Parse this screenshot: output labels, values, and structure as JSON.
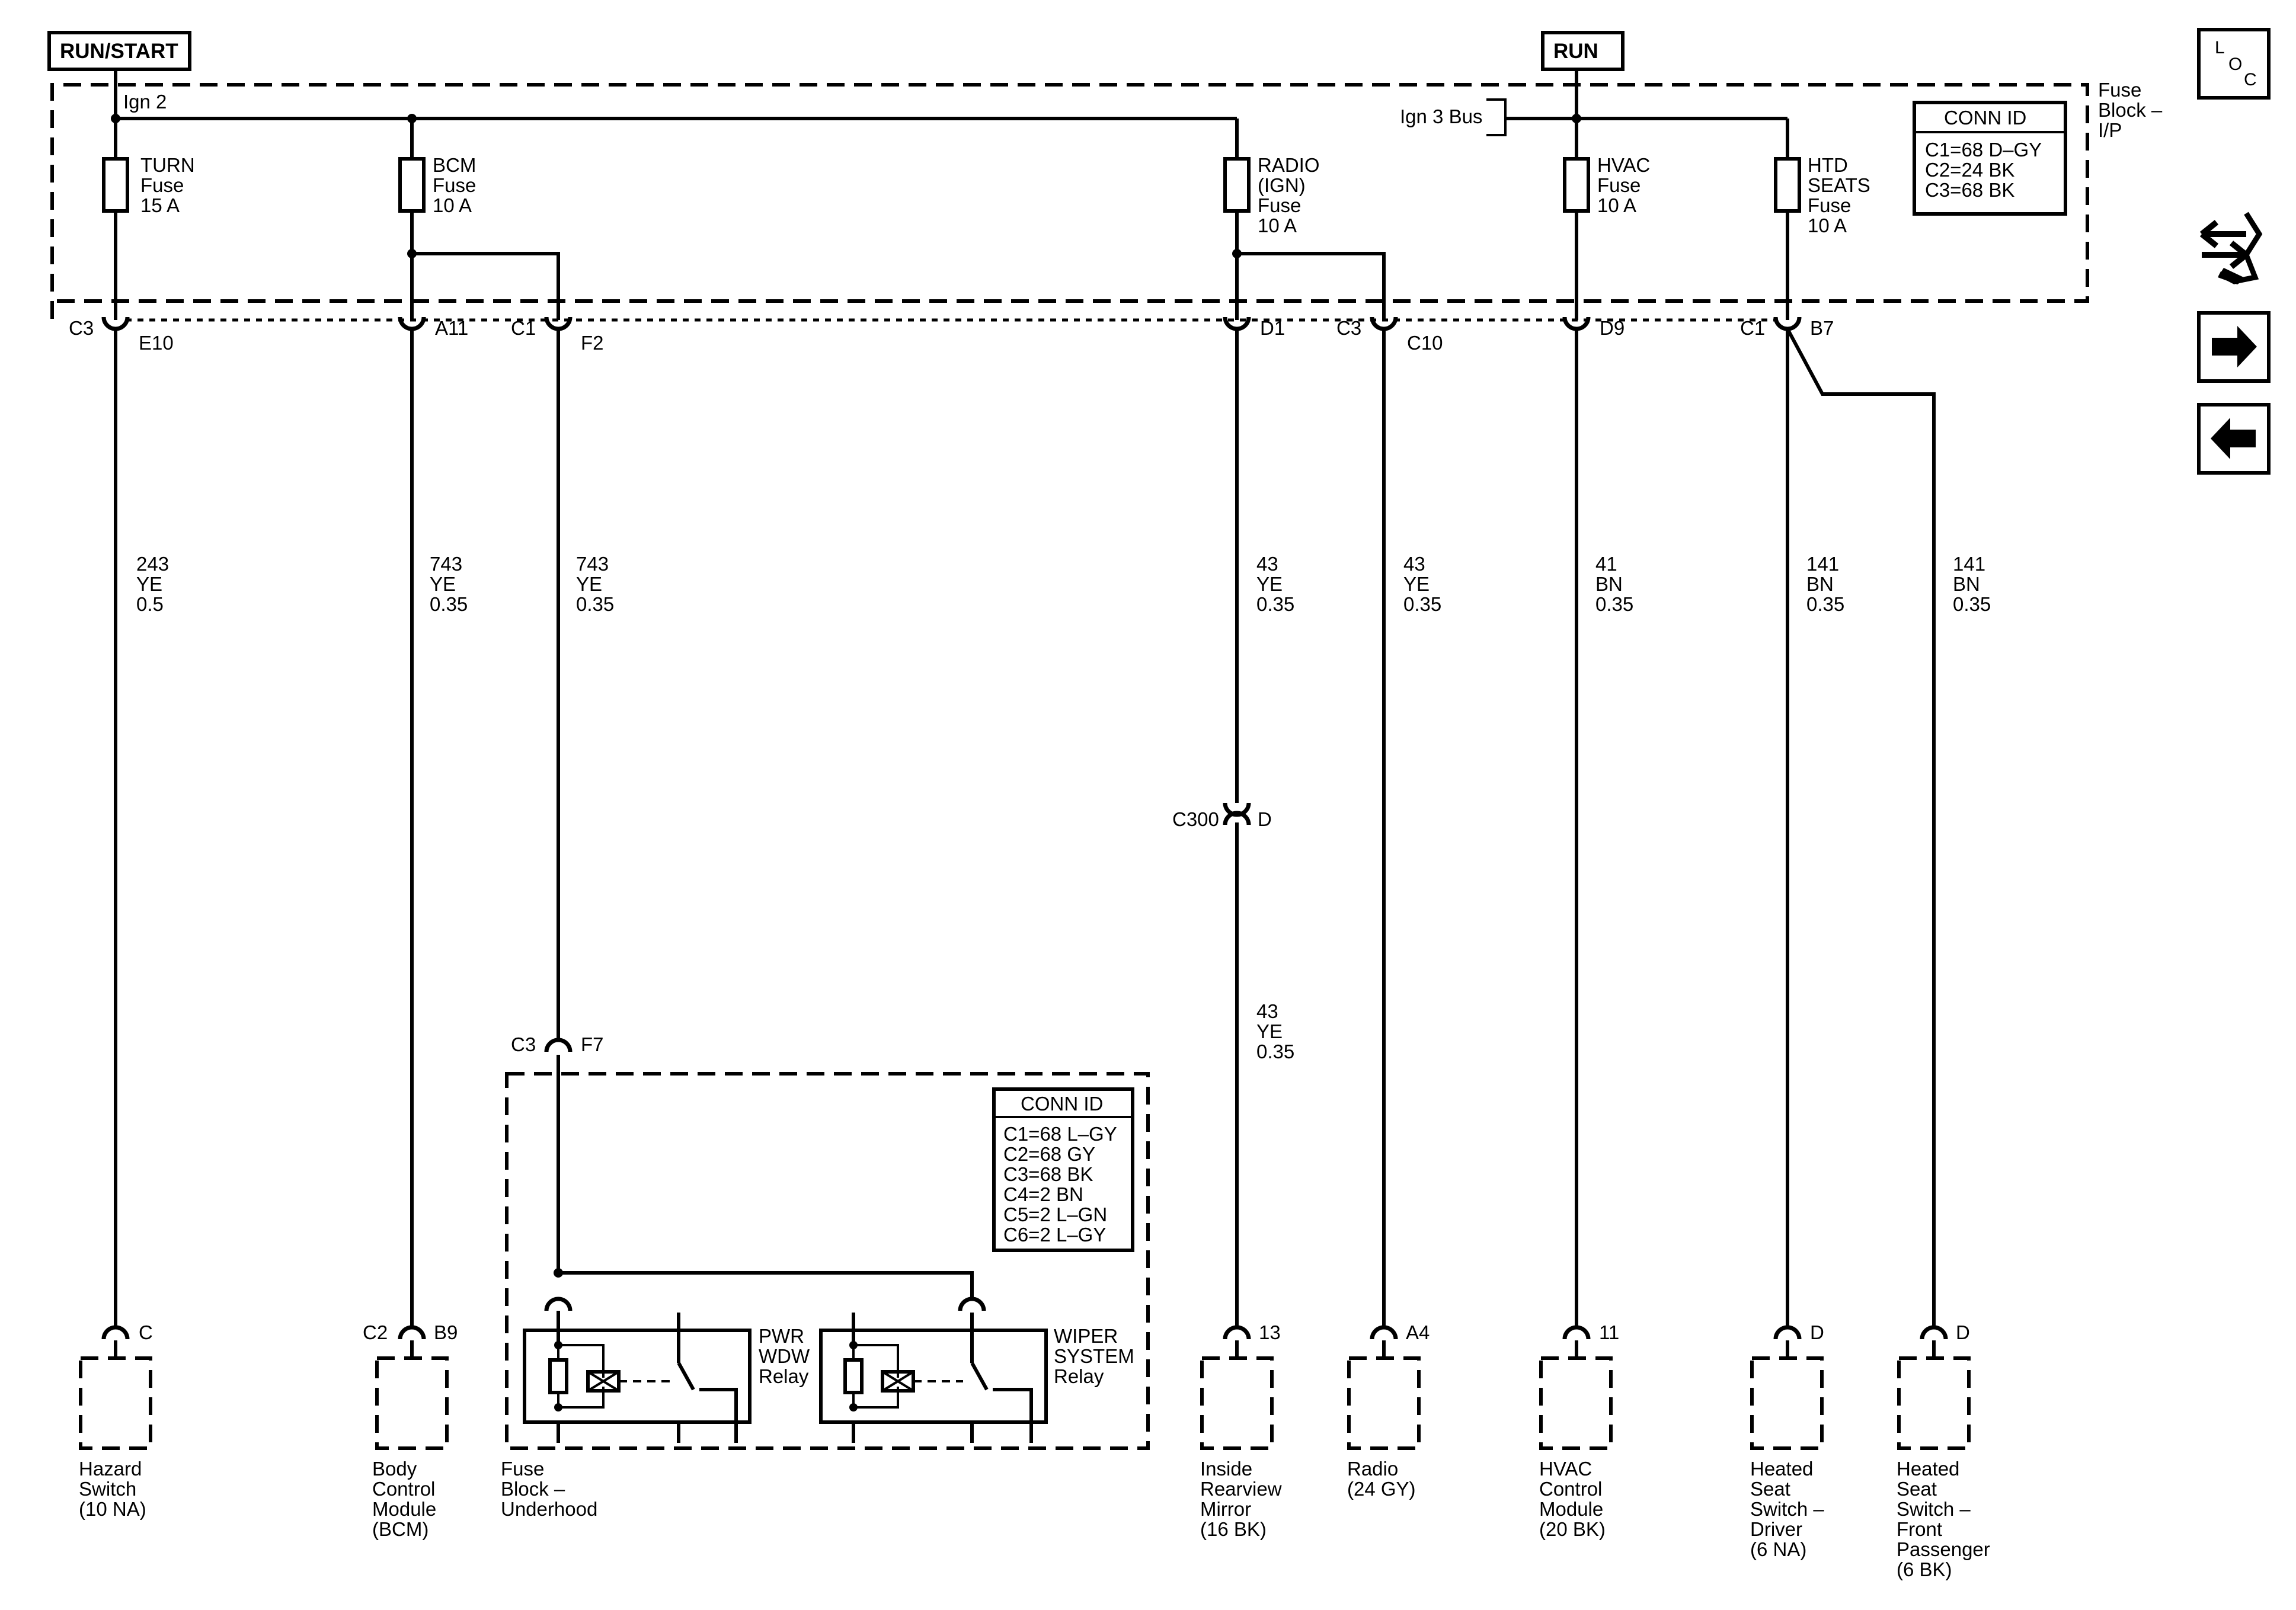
{
  "power": {
    "run_start": "RUN/START",
    "run": "RUN",
    "ign2": "Ign 2",
    "ign3_bus": "Ign 3 Bus"
  },
  "fuse_block_ip": {
    "name": [
      "Fuse",
      "Block –",
      "I/P"
    ]
  },
  "conn_id_ip": {
    "title": "CONN ID",
    "rows": [
      "C1=68 D–GY",
      "C2=24 BK",
      "C3=68 BK"
    ]
  },
  "fuses": [
    {
      "lines": [
        "TURN",
        "Fuse",
        "15 A"
      ]
    },
    {
      "lines": [
        "BCM",
        "Fuse",
        "10 A"
      ]
    },
    {
      "lines": [
        "RADIO",
        "(IGN)",
        "Fuse",
        "10 A"
      ]
    },
    {
      "lines": [
        "HVAC",
        "Fuse",
        "10 A"
      ]
    },
    {
      "lines": [
        "HTD",
        "SEATS",
        "Fuse",
        "10 A"
      ]
    }
  ],
  "connectors_top": [
    {
      "conn": "C3",
      "pin": "E10"
    },
    {
      "conn": "",
      "pin": "A11"
    },
    {
      "conn": "C1",
      "pin": "F2"
    },
    {
      "conn": "",
      "pin": "D1"
    },
    {
      "conn": "C3",
      "pin": "C10"
    },
    {
      "conn": "",
      "pin": "D9"
    },
    {
      "conn": "C1",
      "pin": "B7"
    }
  ],
  "wires": [
    {
      "circuit": "243",
      "color": "YE",
      "gauge": "0.5"
    },
    {
      "circuit": "743",
      "color": "YE",
      "gauge": "0.35"
    },
    {
      "circuit": "743",
      "color": "YE",
      "gauge": "0.35"
    },
    {
      "circuit": "43",
      "color": "YE",
      "gauge": "0.35"
    },
    {
      "circuit": "43",
      "color": "YE",
      "gauge": "0.35"
    },
    {
      "circuit": "41",
      "color": "BN",
      "gauge": "0.35"
    },
    {
      "circuit": "141",
      "color": "BN",
      "gauge": "0.35"
    },
    {
      "circuit": "141",
      "color": "BN",
      "gauge": "0.35"
    }
  ],
  "c300": {
    "conn": "C300",
    "pin": "D",
    "circuit": "43",
    "color": "YE",
    "gauge": "0.35"
  },
  "underhood": {
    "entry_conn": "C3",
    "entry_pin": "F7",
    "conn_id": {
      "title": "CONN ID",
      "rows": [
        "C1=68 L–GY",
        "C2=68 GY",
        "C3=68 BK",
        "C4=2 BN",
        "C5=2 L–GN",
        "C6=2 L–GY"
      ]
    },
    "relay1": [
      "PWR",
      "WDW",
      "Relay"
    ],
    "relay2": [
      "WIPER",
      "SYSTEM",
      "Relay"
    ],
    "name": [
      "Fuse",
      "Block –",
      "Underhood"
    ]
  },
  "components": [
    {
      "conn": "",
      "pin": "C",
      "name": [
        "Hazard",
        "Switch",
        "(10 NA)"
      ]
    },
    {
      "conn": "C2",
      "pin": "B9",
      "name": [
        "Body",
        "Control",
        "Module",
        "(BCM)"
      ]
    },
    {
      "conn": "",
      "pin": "13",
      "name": [
        "Inside",
        "Rearview",
        "Mirror",
        "(16 BK)"
      ]
    },
    {
      "conn": "",
      "pin": "A4",
      "name": [
        "Radio",
        "(24 GY)"
      ]
    },
    {
      "conn": "",
      "pin": "11",
      "name": [
        "HVAC",
        "Control",
        "Module",
        "(20 BK)"
      ]
    },
    {
      "conn": "",
      "pin": "D",
      "name": [
        "Heated",
        "Seat",
        "Switch –",
        "Driver",
        "(6 NA)"
      ]
    },
    {
      "conn": "",
      "pin": "D",
      "name": [
        "Heated",
        "Seat",
        "Switch –",
        "Front",
        "Passenger",
        "(6 BK)"
      ]
    }
  ],
  "nav": {
    "loc_letters": [
      "L",
      "O",
      "C"
    ]
  },
  "icons": [
    "loc-icon",
    "harness-repair-icon",
    "next-page-arrow-icon",
    "previous-page-arrow-icon"
  ]
}
